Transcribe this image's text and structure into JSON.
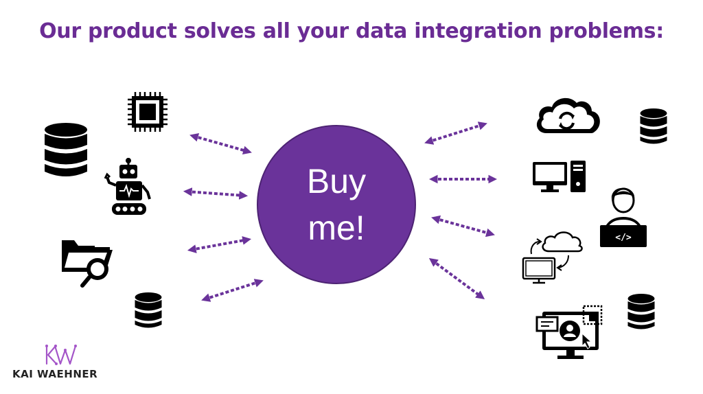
{
  "title": "Our product solves all your data integration problems:",
  "center_label": "Buy\nme!",
  "logo": {
    "monogram": "KW",
    "name": "KAI WAEHNER"
  },
  "colors": {
    "title": "#6a2c94",
    "circle": "#6a339a",
    "arrow": "#6a339a",
    "icon": "#000000"
  },
  "left_icons": [
    "database-icon",
    "cpu-chip-icon",
    "robot-icon",
    "folder-search-icon",
    "database-icon"
  ],
  "right_icons": [
    "cloud-sync-icon",
    "database-icon",
    "desktop-computer-icon",
    "developer-icon",
    "cloud-transfer-icon",
    "database-icon",
    "web-interface-icon"
  ]
}
